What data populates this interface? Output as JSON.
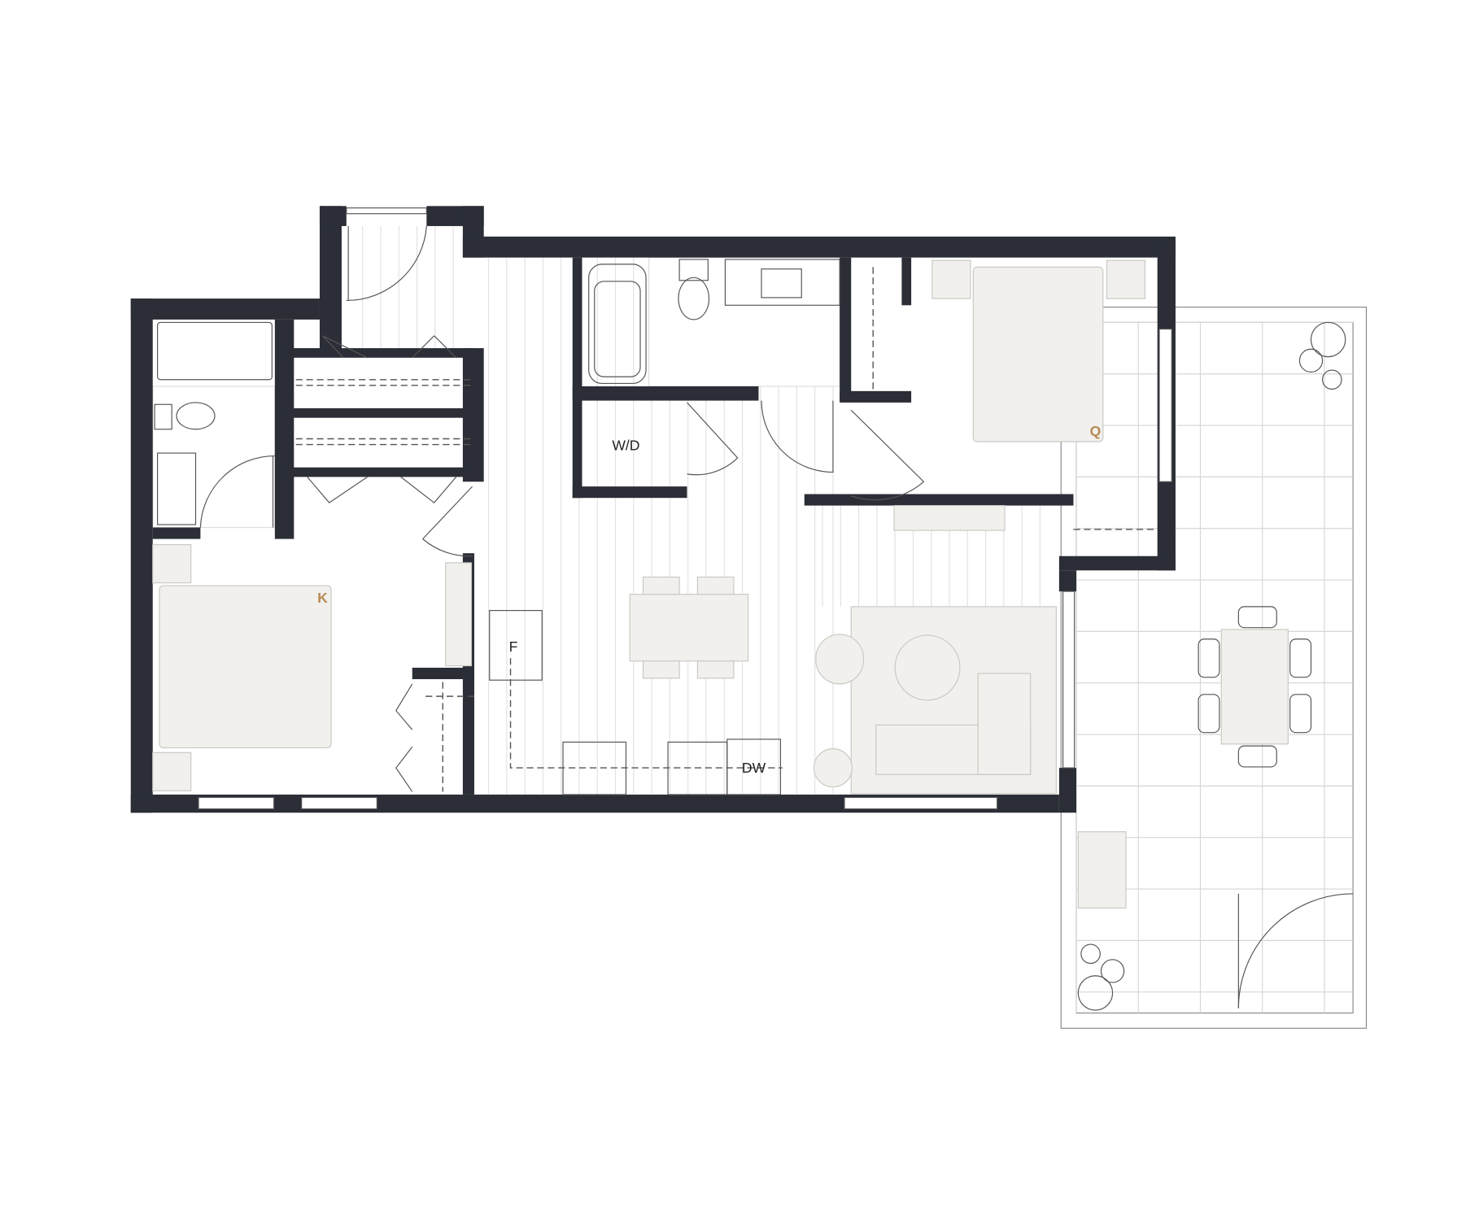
{
  "plan": {
    "appliances": {
      "washer_dryer": "W/D",
      "fridge": "F",
      "dishwasher": "DW"
    },
    "bed_sizes": {
      "primary_bed": "K",
      "second_bed": "Q"
    },
    "colors": {
      "wall": "#2b2e36",
      "furniture": "#f1f0ed",
      "bed_size_label": "#b88a55"
    }
  }
}
